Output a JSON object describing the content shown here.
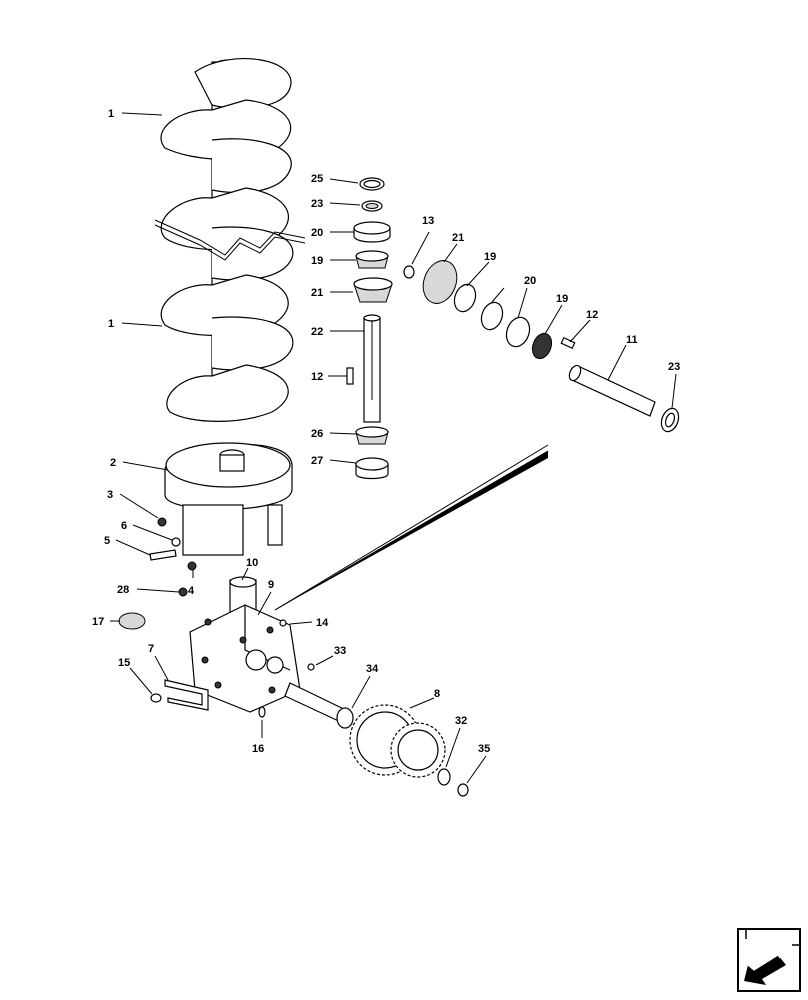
{
  "callouts": {
    "c1a": "1",
    "c1b": "1",
    "c2": "2",
    "c3": "3",
    "c4": "4",
    "c5": "5",
    "c6": "6",
    "c7": "7",
    "c8": "8",
    "c9": "9",
    "c10": "10",
    "c11": "11",
    "c12a": "12",
    "c12b": "12",
    "c13": "13",
    "c14": "14",
    "c15": "15",
    "c16": "16",
    "c17": "17",
    "c19a": "19",
    "c19b": "19",
    "c19c": "19",
    "c20a": "20",
    "c20b": "20",
    "c21a": "21",
    "c21b": "21",
    "c22": "22",
    "c23a": "23",
    "c23b": "23",
    "c25": "25",
    "c26": "26",
    "c27": "27",
    "c28": "28",
    "c32": "32",
    "c33": "33",
    "c34": "34",
    "c35": "35"
  },
  "nav": {
    "icon": "next-page-arrow-icon"
  }
}
